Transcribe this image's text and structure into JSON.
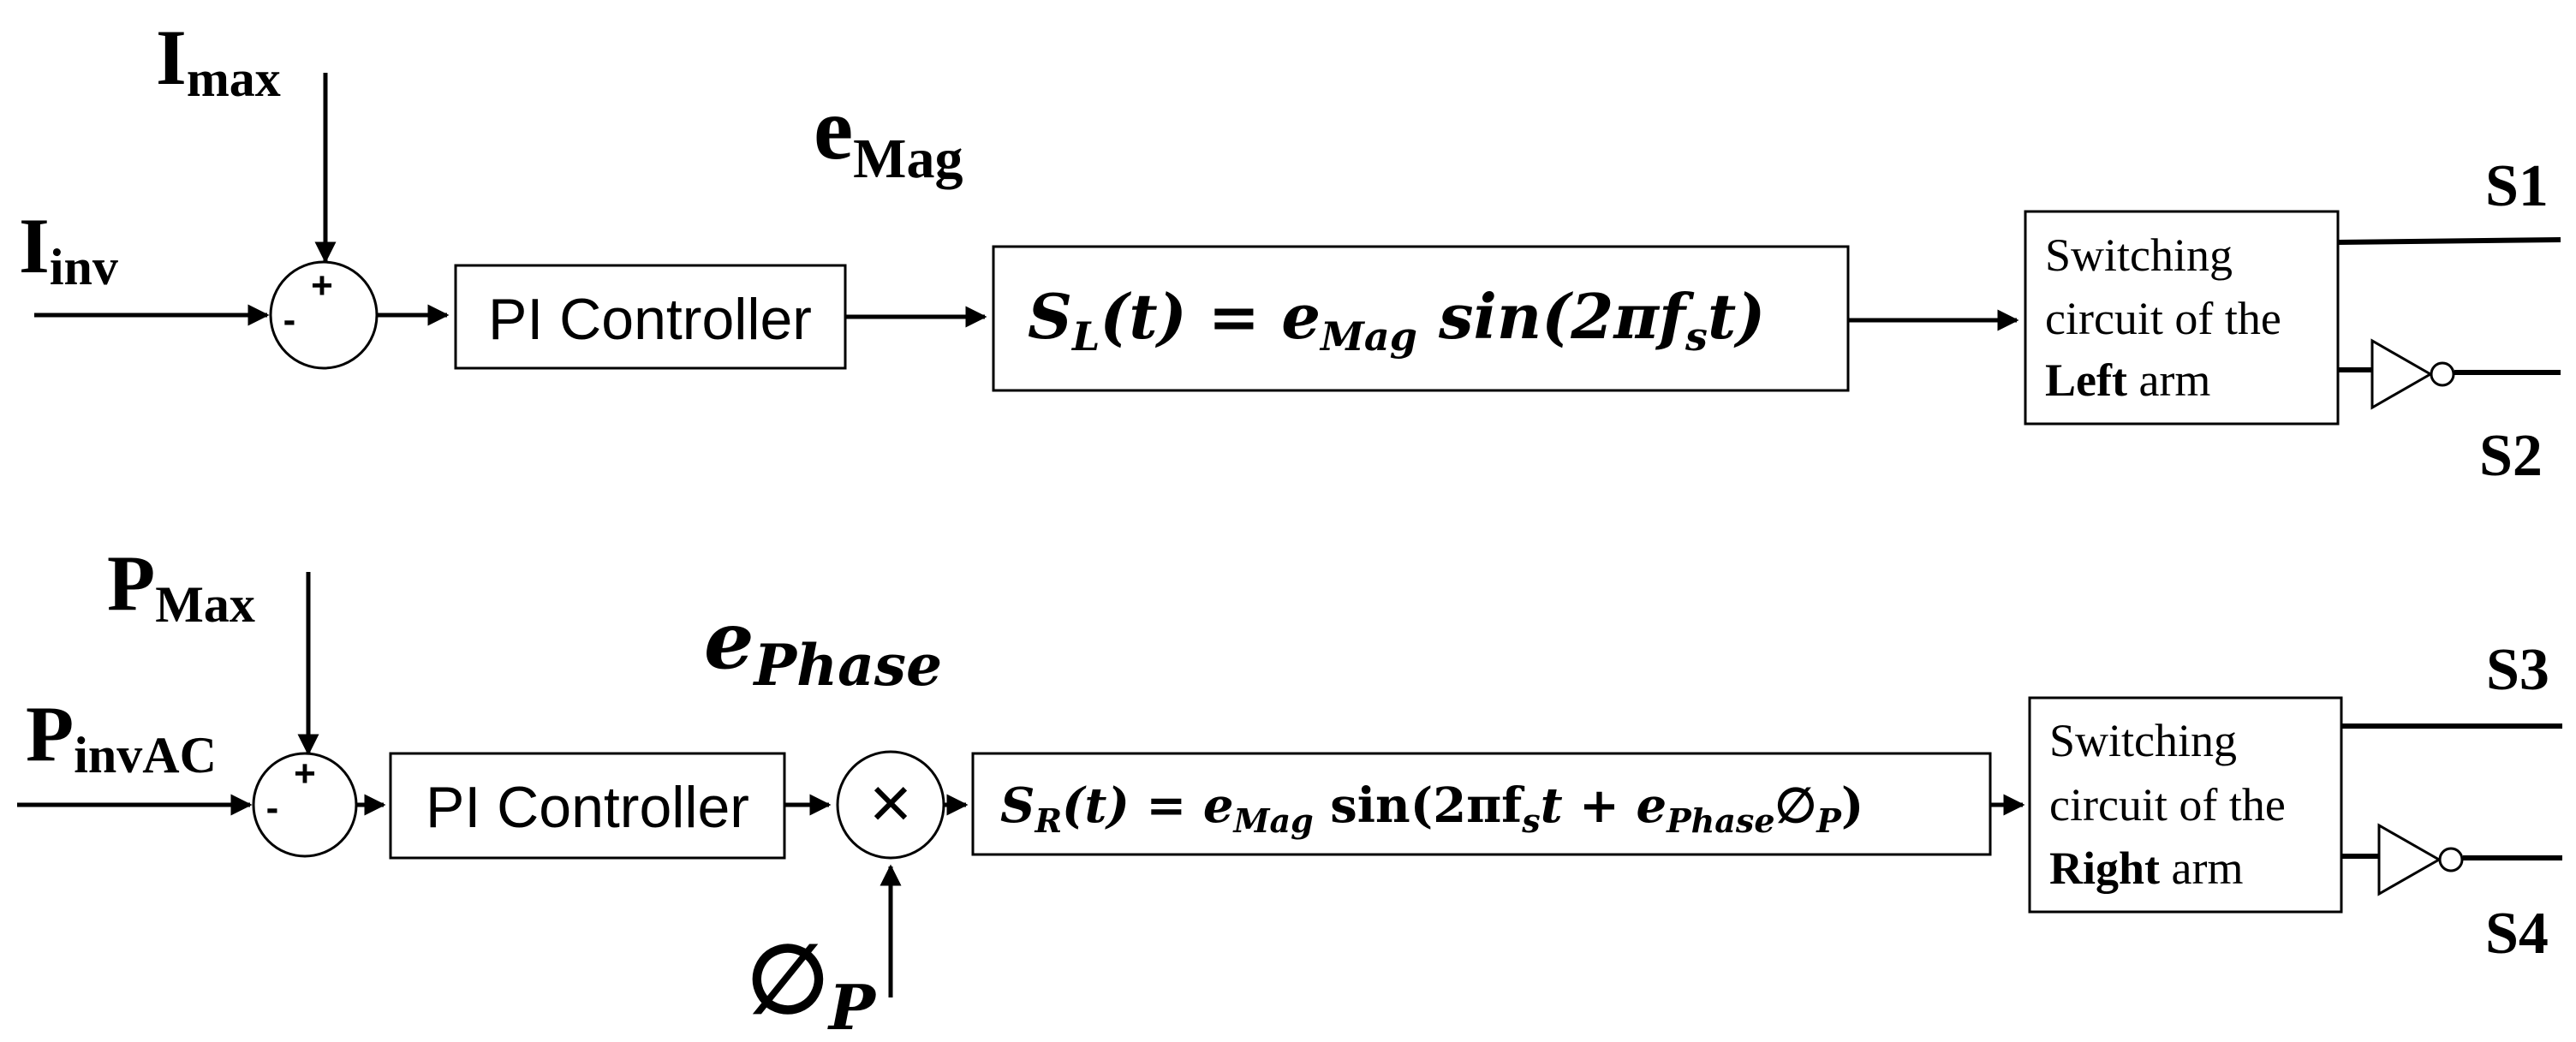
{
  "top": {
    "imax": {
      "main": "I",
      "sub": "max"
    },
    "iinv": {
      "main": "I",
      "sub": "inv"
    },
    "sum_plus": "+",
    "sum_minus": "-",
    "pi_label": "PI Controller",
    "emag": {
      "main": "e",
      "sub": "Mag"
    },
    "equation": {
      "p1": "S",
      "p2": "L",
      "p3": "(t) =  e",
      "p4": "Mag",
      "p5": " sin(2πf",
      "p6": "s",
      "p7": "t)"
    },
    "switch": {
      "line1": "Switching",
      "line2": "circuit of the",
      "bold": "Left",
      "rest": " arm"
    },
    "out1": "S1",
    "out2": "S2"
  },
  "bottom": {
    "pmax": {
      "main": "P",
      "sub": "Max"
    },
    "pinvac": {
      "main": "P",
      "sub": "invAC"
    },
    "sum_plus": "+",
    "sum_minus": "-",
    "pi_label": "PI Controller",
    "ephase": {
      "main": "e",
      "sub": "Phase"
    },
    "mult_symbol": "×",
    "phi": {
      "main": "∅",
      "sub": "P"
    },
    "equation": {
      "p1": "S",
      "p2": "R",
      "p3": "(t) =  e",
      "p4": "Mag",
      "p5": " sin(2πf",
      "p6": "s",
      "p7": "t +  e",
      "p8": "Phase",
      "p9": "∅",
      "p10": "P",
      "p11": ")"
    },
    "switch": {
      "line1": "Switching",
      "line2": "circuit of the",
      "bold": "Right",
      "rest": " arm"
    },
    "out3": "S3",
    "out4": "S4"
  }
}
